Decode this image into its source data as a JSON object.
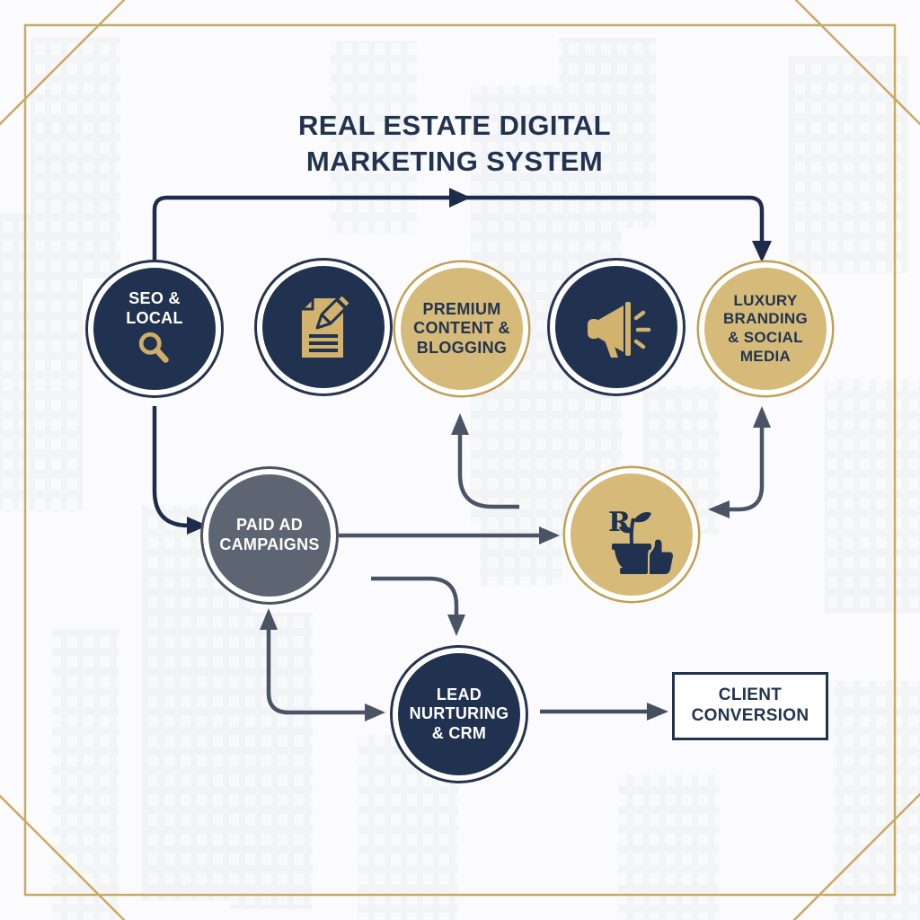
{
  "title": "REAL ESTATE DIGITAL\nMARKETING SYSTEM",
  "nodes": {
    "seo_local": {
      "label": "SEO &\nLOCAL",
      "icon": "magnifier-icon"
    },
    "content_creation": {
      "icon": "document-pen-icon"
    },
    "premium_content": {
      "label": "PREMIUM\nCONTENT &\nBLOGGING"
    },
    "advertising": {
      "icon": "megaphone-icon"
    },
    "luxury_branding": {
      "label": "LUXURY\nBRANDING\n& SOCIAL\nMEDIA"
    },
    "paid_ads": {
      "label": "PAID AD\nCAMPAIGNS"
    },
    "reputation_growth": {
      "icon": "plant-thumbs-up-icon"
    },
    "lead_nurturing": {
      "label": "LEAD\nNURTURING\n& CRM"
    },
    "client_conversion": {
      "label": "CLIENT\nCONVERSION"
    }
  },
  "colors": {
    "navy_circle": "#203250",
    "gold_circle": "#d6ba79",
    "gold_ring": "#c0a055",
    "slate_circle": "#5d6572",
    "arrow_navy": "#1c2c4a",
    "arrow_slate": "#4a5464",
    "gold_icon": "#cfae66",
    "frame_gold": "#c9aa63",
    "background": "#fbfbfd",
    "text_dark": "#223350",
    "text_light": "#ffffff"
  }
}
